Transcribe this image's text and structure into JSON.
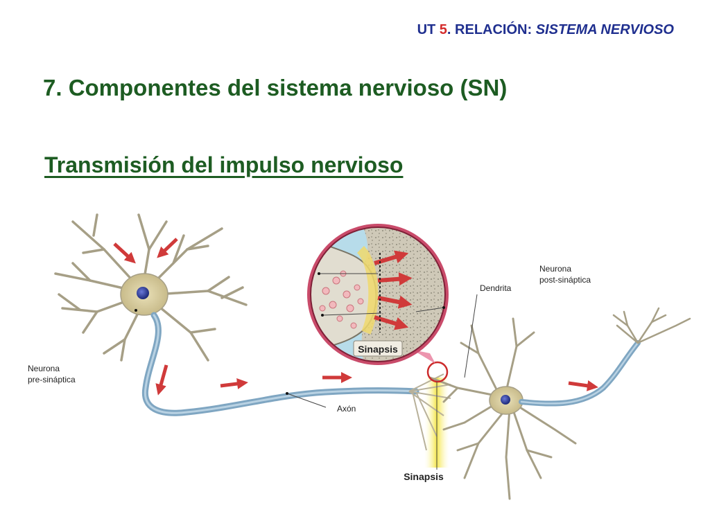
{
  "header": {
    "prefix": "UT ",
    "number": "5",
    "middle": ". RELACIÓN: ",
    "topic": "SISTEMA NERVIOSO"
  },
  "title": "7. Componentes del sistema nervioso (SN)",
  "subtitle": "Transmisión del impulso nervioso",
  "labels": {
    "pre_line1": "Neurona",
    "pre_line2": "pre-sináptica",
    "post_line1": "Neurona",
    "post_line2": "post-sináptica",
    "dendrita": "Dendrita",
    "axon": "Axón",
    "sinapsis_bottom": "Sinapsis",
    "sinapsis_inset": "Sinapsis"
  },
  "colors": {
    "header_blue": "#1f2f8f",
    "header_red": "#d42b2b",
    "title_green": "#1d5c22",
    "axon_blue": "#7fa6c2",
    "arrow_red": "#d03a3a",
    "synapse_yellow": "#f4e54a"
  }
}
